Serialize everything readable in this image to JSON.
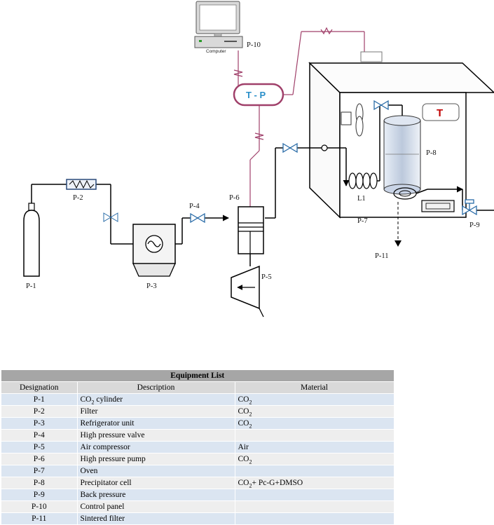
{
  "diagram": {
    "labels": {
      "p1": "P-1",
      "p2": "P-2",
      "p3": "P-3",
      "p4": "P-4",
      "p5": "P-5",
      "p6": "P-6",
      "p7": "P-7",
      "p8": "P-8",
      "p9": "P-9",
      "p10": "P-10",
      "p11": "P-11",
      "l1": "L1",
      "computer": "Computer",
      "tp_gauge": "T - P",
      "oven_t": "T"
    },
    "colors": {
      "line": "#000000",
      "signal_line": "#a0406a",
      "valve": "#2a6ca8",
      "gauge_text": "#2a8fc9",
      "thermo_text": "#c00000"
    }
  },
  "table": {
    "title": "Equipment List",
    "headers": [
      "Designation",
      "Description",
      "Material"
    ],
    "rows": [
      {
        "id": "P-1",
        "desc_main": "CO",
        "desc_sub": "2",
        "desc_tail": " cylinder",
        "mat_main": "CO",
        "mat_sub": "2",
        "mat_tail": ""
      },
      {
        "id": "P-2",
        "desc_main": "Filter",
        "desc_sub": "",
        "desc_tail": "",
        "mat_main": "CO",
        "mat_sub": "2",
        "mat_tail": ""
      },
      {
        "id": "P-3",
        "desc_main": "Refrigerator unit",
        "desc_sub": "",
        "desc_tail": "",
        "mat_main": "CO",
        "mat_sub": "2",
        "mat_tail": ""
      },
      {
        "id": "P-4",
        "desc_main": "High pressure valve",
        "desc_sub": "",
        "desc_tail": "",
        "mat_main": "",
        "mat_sub": "",
        "mat_tail": ""
      },
      {
        "id": "P-5",
        "desc_main": "Air compressor",
        "desc_sub": "",
        "desc_tail": "",
        "mat_main": "Air",
        "mat_sub": "",
        "mat_tail": ""
      },
      {
        "id": "P-6",
        "desc_main": "High pressure pump",
        "desc_sub": "",
        "desc_tail": "",
        "mat_main": "CO",
        "mat_sub": "2",
        "mat_tail": ""
      },
      {
        "id": "P-7",
        "desc_main": "Oven",
        "desc_sub": "",
        "desc_tail": "",
        "mat_main": "",
        "mat_sub": "",
        "mat_tail": ""
      },
      {
        "id": "P-8",
        "desc_main": "Precipitator cell",
        "desc_sub": "",
        "desc_tail": "",
        "mat_main": "CO",
        "mat_sub": "2",
        "mat_tail": "+ Pc-G+DMSO"
      },
      {
        "id": "P-9",
        "desc_main": "Back pressure",
        "desc_sub": "",
        "desc_tail": "",
        "mat_main": "",
        "mat_sub": "",
        "mat_tail": ""
      },
      {
        "id": "P-10",
        "desc_main": "Control panel",
        "desc_sub": "",
        "desc_tail": "",
        "mat_main": "",
        "mat_sub": "",
        "mat_tail": ""
      },
      {
        "id": "P-11",
        "desc_main": "Sintered filter",
        "desc_sub": "",
        "desc_tail": "",
        "mat_main": "",
        "mat_sub": "",
        "mat_tail": ""
      }
    ]
  }
}
